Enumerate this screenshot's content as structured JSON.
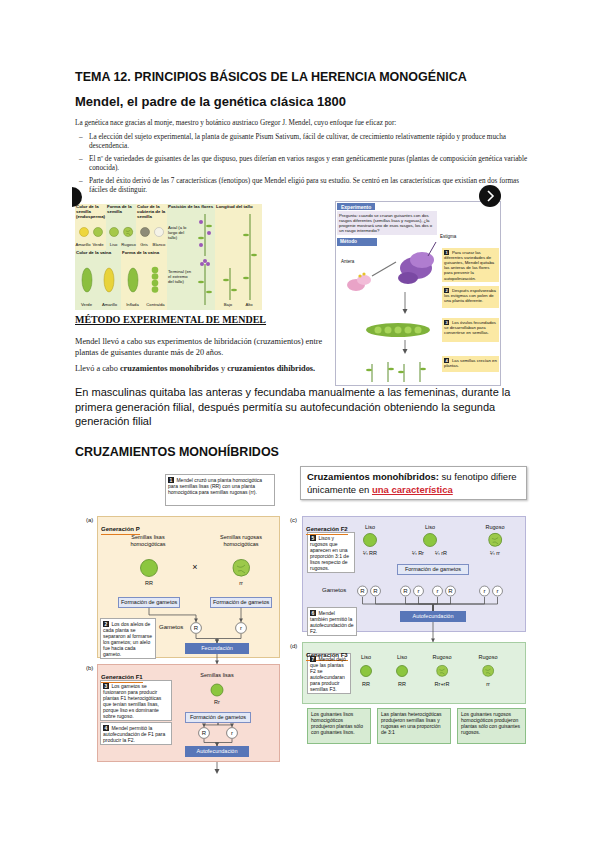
{
  "diagram": {
    "title": "TEMA 12. PRINCIPIOS BÁSICOS DE LA HERENCIA MONOGÉNICA",
    "nodes": [
      {
        "text": [
          "Color de la semilla (endosperma)",
          "Amarillo",
          "Verde"
        ]
      },
      {
        "text": [
          "Forma de la semilla",
          "Liso",
          "Rugoso"
        ]
      },
      {
        "text": [
          "Color de la cubierta de la semilla",
          "Gris",
          "Blanco"
        ]
      },
      {
        "text": [
          "Posición de las flores",
          "Axial (a lo largo del tallo)",
          "Terminal (en el extremo del tallo)"
        ]
      },
      {
        "text": [
          "Longitud del tallo",
          "Bajo",
          "Alto"
        ]
      },
      {
        "text": [
          "Color de la vaina",
          "Verde",
          "Amarillo"
        ]
      },
      {
        "text": [
          "Forma de la vaina",
          "Inflada",
          "Contraída"
        ]
      },
      {
        "text": [
          "Experimento"
        ]
      },
      {
        "text": [
          "Pregunta: cuando se cruzan guisantes con dos rasgos diferentes (semillas lisas y rugosas), ¿la progenie mostrará uno de esos rasgos, los dos o un rasgo intermedio?"
        ],
        "in": 7
      },
      {
        "text": [
          "Método"
        ],
        "in": 7
      },
      {
        "text": [
          "1",
          "Para cruzar las diferentes variedades de guisantes, Mendel quitaba las anteras de las flores para prevenir la autopolinización."
        ],
        "in": 7
      },
      {
        "text": [
          "2",
          "Después espolvoreaba los estigmas con polen de una planta diferente."
        ],
        "in": 7
      },
      {
        "text": [
          "3",
          "Los óvulos fecundados se desarrollaban para convertirse en semillas."
        ],
        "in": 7
      },
      {
        "text": [
          "4",
          "Las semillas crecían en plantas."
        ],
        "in": 7
      },
      {
        "text": [
          "1",
          "Mendel cruzó una planta homocigótica para semillas lisas (RR) con una planta homocigótica para semillas rugosas (rr)."
        ]
      },
      {
        "text": [
          "Generación P"
        ]
      },
      {
        "text": [
          "Formación de gametos"
        ],
        "in": 15
      },
      {
        "text": [
          "Formación de gametos"
        ],
        "in": 15
      },
      {
        "text": [
          "2",
          "Los dos alelos de cada planta se separaron al formarse los gametos; un alelo fue hacia cada gameto."
        ],
        "in": 15
      },
      {
        "text": [
          "R"
        ],
        "in": 15
      },
      {
        "text": [
          "r"
        ],
        "in": 15
      },
      {
        "text": [
          "Fecundación"
        ],
        "in": 15
      },
      {
        "text": [
          "Generación F1"
        ]
      },
      {
        "text": [
          "3",
          "Los gametos se fusionaron para producir plantas F1 heterocigóticas que tenían semillas lisas, porque liso es dominante sobre rugoso."
        ],
        "in": 22
      },
      {
        "text": [
          "Formación de gametos"
        ],
        "in": 22
      },
      {
        "text": [
          "R"
        ],
        "in": 22
      },
      {
        "text": [
          "r"
        ],
        "in": 22
      },
      {
        "text": [
          "4",
          "Mendel permitió la autofecundación de F1 para producir la F2."
        ],
        "in": 22
      },
      {
        "text": [
          "Autofecundación"
        ],
        "in": 22
      },
      {
        "text": [
          "Cruzamientos monohíbridos:",
          "su fenotipo difiere únicamente en",
          "una característica"
        ]
      },
      {
        "text": [
          "Generación F2"
        ]
      },
      {
        "text": [
          "5",
          "Lisos y rugosos que aparecen en una proporción 3:1 de lisos respecto de rugosos."
        ],
        "in": 30
      },
      {
        "text": [
          "Formación de gametos"
        ],
        "in": 30
      },
      {
        "text": [
          "R"
        ],
        "in": 30
      },
      {
        "text": [
          "R"
        ],
        "in": 30
      },
      {
        "text": [
          "R"
        ],
        "in": 30
      },
      {
        "text": [
          "r"
        ],
        "in": 30
      },
      {
        "text": [
          "r"
        ],
        "in": 30
      },
      {
        "text": [
          "R"
        ],
        "in": 30
      },
      {
        "text": [
          "r"
        ],
        "in": 30
      },
      {
        "text": [
          "r"
        ],
        "in": 30
      },
      {
        "text": [
          "6",
          "Mendel también permitió la autofecundación de F2."
        ],
        "in": 30
      },
      {
        "text": [
          "Autofecundación"
        ],
        "in": 30
      },
      {
        "text": [
          "Generación F3"
        ]
      },
      {
        "text": [
          "7",
          "Mendel dejó que las plantas F2 se autofecundaran para producir semillas F3."
        ],
        "in": 43
      },
      {
        "text": [
          "Los guisantes lisos homocigóticos produjeron plantas sólo con guisantes lisos."
        ]
      },
      {
        "text": [
          "Las plantas heterocigóticas produjeron semillas lisas y rugosas en una proporción de 3:1"
        ]
      },
      {
        "text": [
          "Los guisantes rugosos homocigóticos produjeron plantas sólo con guisantes rugosos."
        ]
      }
    ],
    "edges": [
      {
        "from": 16,
        "to": 19,
        "arrow": "to"
      },
      {
        "from": 17,
        "to": 20,
        "arrow": "to"
      },
      {
        "from": 19,
        "to": 21,
        "arrow": "to"
      },
      {
        "from": 20,
        "to": 21,
        "arrow": "to"
      },
      {
        "from": 21,
        "to": 22,
        "arrow": "to"
      },
      {
        "from": 24,
        "to": 25,
        "arrow": "to"
      },
      {
        "from": 24,
        "to": 26,
        "arrow": "to"
      },
      {
        "from": 25,
        "to": 28,
        "arrow": "to"
      },
      {
        "from": 26,
        "to": 28,
        "arrow": "to"
      },
      {
        "from": 33,
        "to": 42,
        "arrow": "none"
      },
      {
        "from": 34,
        "to": 42,
        "arrow": "none"
      },
      {
        "from": 35,
        "to": 42,
        "arrow": "none"
      },
      {
        "from": 36,
        "to": 42,
        "arrow": "none"
      },
      {
        "from": 37,
        "to": 42,
        "arrow": "none"
      },
      {
        "from": 38,
        "to": 42,
        "arrow": "none"
      },
      {
        "from": 39,
        "to": 42,
        "arrow": "none"
      },
      {
        "from": 40,
        "to": 42,
        "arrow": "none"
      },
      {
        "from": 42,
        "to": 43,
        "arrow": "to"
      }
    ],
    "labels": [
      "Mendel, el padre de la genética clásica 1800",
      "La genética nace gracias al monje, maestro y botánico austriaco Gregor J. Mendel, cuyo enfoque fue eficaz por:",
      "–",
      "La elección del sujeto experimental, la planta de guisante Pisum Sativum, fácil de cultivar, de crecimiento relativamente rápido y produce mucha descendencia.",
      "–",
      "El nº de variedades de guisantes de las que dispuso, pues diferían en varios rasgos y eran genéticamente puras (plantas de composición genética variable conocida).",
      "–",
      "Parte del éxito derivó de las 7 características (fenotipos) que Mendel eligió para su estudio. Se centró en las características que existían en dos formas fáciles de distinguir.",
      "MÉTODO EXPERIMENTAL DE MENDEL",
      "Mendel llevó a cabo sus experimentos de hibridación (cruzamientos) entre plantas de guisantes durante más de 20 años.",
      "Llevó a cabo",
      "cruzamientos monohíbridos",
      "y",
      "cruzamientos dihíbridos.",
      "En masculinas quitaba las anteras y fecundaba manualmente a las femeninas, durante la primera generación filial, después permitía su autofecundación obteniendo la segunda generación filial",
      "CRUZAMIENTOS MONOHÍBRIDOS",
      "Antera",
      "Estigma",
      "(a)",
      "Semillas lisas homocigóticas",
      "Semillas rugosas homocigóticas",
      "RR",
      "rr",
      "×",
      "Gametos",
      "(b)",
      "Semillas lisas",
      "Rr",
      "(c)",
      "Liso",
      "Liso",
      "Rugoso",
      "¼ RR",
      "¼ Rr",
      "¼ rR",
      "¼ rr",
      "Gametos",
      "(d)",
      "Liso",
      "Liso",
      "Rugoso",
      "Rugoso",
      "RR",
      "RR",
      "Rr+rR",
      "rr"
    ]
  }
}
